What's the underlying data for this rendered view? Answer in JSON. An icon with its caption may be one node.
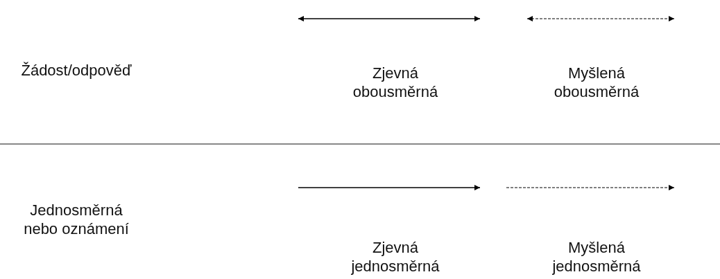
{
  "diagram": {
    "labels": [
      "Žádost/odpověď",
      "Jednosměrná nebo oznámení"
    ],
    "legend": [
      {
        "text": "Zjevná obousměrná"
      },
      {
        "text": "Myšlená obousměrná"
      },
      {
        "text": "Zjevná jednosměrná"
      },
      {
        "text": "Myšlená jednosměrná"
      }
    ]
  }
}
